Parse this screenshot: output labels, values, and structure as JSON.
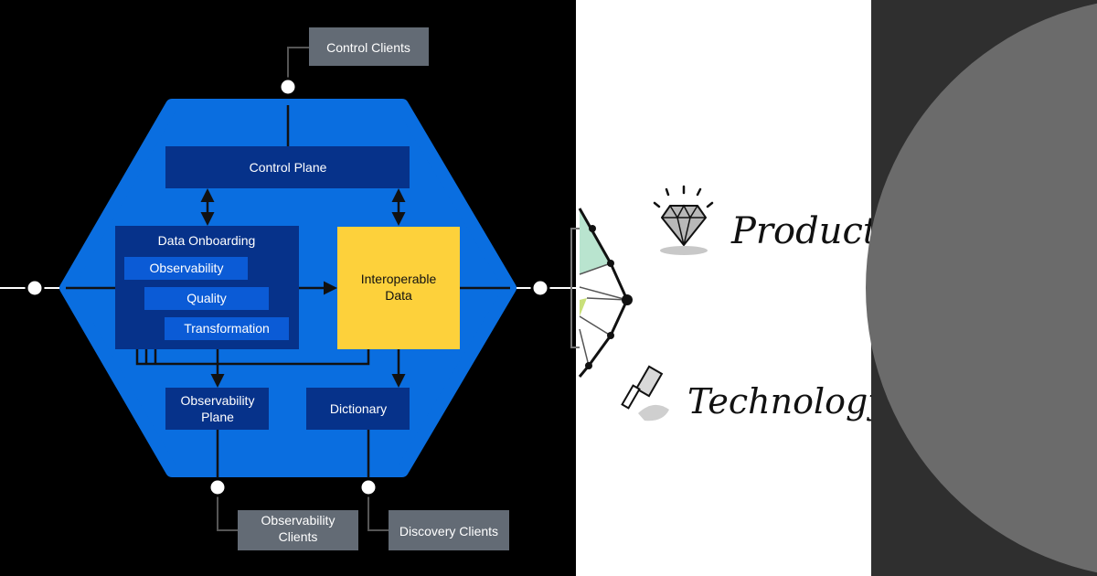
{
  "diagram": {
    "control_clients": "Control Clients",
    "control_plane": "Control Plane",
    "data_onboarding": "Data Onboarding",
    "observability": "Observability",
    "quality": "Quality",
    "transformation": "Transformation",
    "interoperable_data_1": "Interoperable",
    "interoperable_data_2": "Data",
    "observability_plane_1": "Observability",
    "observability_plane_2": "Plane",
    "dictionary": "Dictionary",
    "observability_clients_1": "Observability",
    "observability_clients_2": "Clients",
    "discovery_clients": "Discovery Clients"
  },
  "sketch": {
    "product_label": "Product",
    "technology_label": "Technology"
  },
  "colors": {
    "hexagon_blue": "#0a6ee0",
    "dark_box": "#06328a",
    "mid_box": "#0b5bd6",
    "highlight_yellow": "#fdd13b",
    "client_gray": "#636b75"
  }
}
